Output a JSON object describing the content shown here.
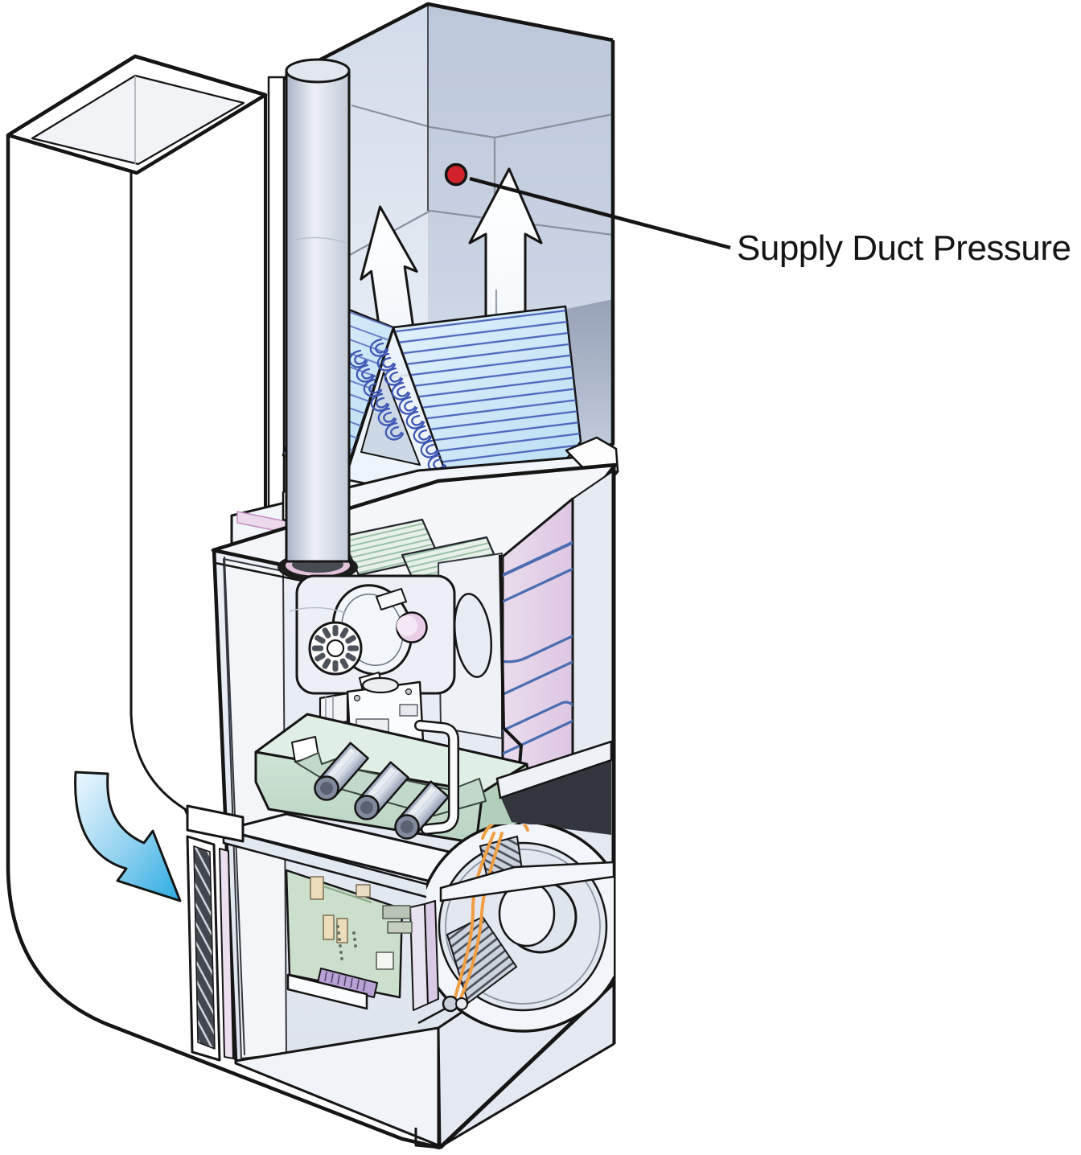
{
  "figure": {
    "type": "technical-illustration",
    "subject": "Gas furnace cutaway with supply duct, A-coil, burners, control board and blower",
    "background_color": "#ffffff"
  },
  "annotation": {
    "label": "Supply Duct Pressure",
    "marker": "red-dot",
    "marker_color": "#d2232a",
    "leader_line_color": "#151515"
  },
  "airflow": {
    "supply_arrows": "two white arrows pointing up inside supply duct",
    "return_arrow": "blue curved arrow pointing down-right into furnace",
    "return_arrow_color": "#29abe2"
  },
  "colors": {
    "outline": "#151515",
    "duct_left_face": "#d4dcea",
    "duct_right_face": "#bfc9db",
    "coil_fill": "#cfe9f9",
    "coil_hatch": "#3f57b4",
    "heat_exchanger_pink": "#e8d7ea",
    "heat_exchanger_tube": "#4a6cb0",
    "burner_green": "#cfe3d5",
    "louver_green": "#e7f1ea",
    "pcb_green": "#ccdfcd",
    "component_beige": "#ecdcb9",
    "connector_purple": "#b9a3d6",
    "wire_orange": "#ef9e43",
    "flue_gray": "#c5ccd8",
    "collar_pink": "#e3c2dc"
  },
  "components": [
    "return-duct",
    "return-air-filter",
    "supply-duct",
    "a-coil",
    "coil-shelf",
    "flue-pipe",
    "furnace-cabinet",
    "top-plate-louvers",
    "inducer-motor",
    "gas-valve",
    "burner-assembly",
    "heat-exchanger",
    "blower-deck",
    "control-board",
    "blower-assembly"
  ]
}
